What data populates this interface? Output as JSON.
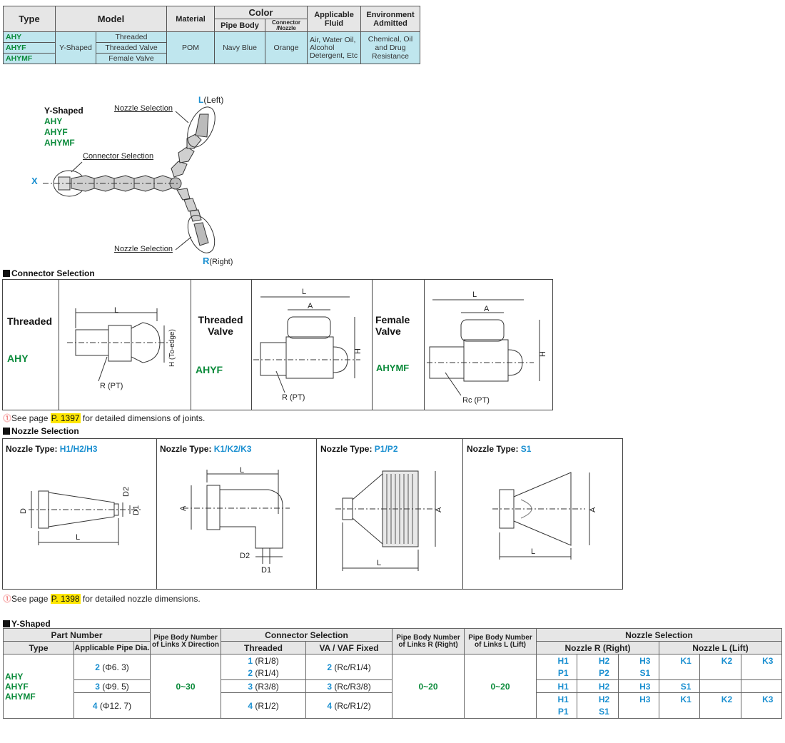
{
  "spec_table": {
    "headers": {
      "type": "Type",
      "model": "Model",
      "material": "Material",
      "color": "Color",
      "pipe_body": "Pipe Body",
      "connector_nozzle": "Connector /Nozzle",
      "fluid": "Applicable Fluid",
      "env": "Environment Admitted"
    },
    "types": [
      "AHY",
      "AHYF",
      "AHYMF"
    ],
    "shape": "Y-Shaped",
    "models": [
      "Threaded",
      "Threaded Valve",
      "Female Valve"
    ],
    "material": "POM",
    "pipe_color": "Navy Blue",
    "connector_color": "Orange",
    "fluid": "Air, Water Oil, Alcohol Detergent, Etc",
    "env": "Chemical, Oil and Drug Resistance"
  },
  "diagram": {
    "title": "Y-Shaped",
    "models": [
      "AHY",
      "AHYF",
      "AHYMF"
    ],
    "nozzle_selection": "Nozzle Selection",
    "connector_selection": "Connector Selection",
    "x": "X",
    "left_code": "L",
    "left_word": "(Left)",
    "right_code": "R",
    "right_word": "(Right)"
  },
  "connector": {
    "section": "Connector Selection",
    "threaded": "Threaded",
    "ahy": "AHY",
    "threaded_valve": "Threaded Valve",
    "ahyf": "AHYF",
    "female_valve": "Female Valve",
    "ahymf": "AHYMF",
    "dim_l": "L",
    "dim_a": "A",
    "dim_h": "H",
    "dim_h_edge": "H (To-edge)",
    "r_pt": "R (PT)",
    "rc_pt": "Rc (PT)",
    "note_pre": "See page ",
    "note_page": "P. 1397",
    "note_post": " for detailed dimensions of joints."
  },
  "nozzle": {
    "section": "Nozzle Selection",
    "type_label": "Nozzle Type: ",
    "types": [
      "H1/H2/H3",
      "K1/K2/K3",
      "P1/P2",
      "S1"
    ],
    "dim_l": "L",
    "dim_d": "D",
    "dim_a": "A",
    "dim_d1": "D1",
    "dim_d2": "D2",
    "note_pre": "See page ",
    "note_page": "P. 1398",
    "note_post": " for detailed nozzle dimensions."
  },
  "yshaped": {
    "section": "Y-Shaped",
    "h_part": "Part Number",
    "h_type": "Type",
    "h_dia": "Applicable Pipe Dia.",
    "h_x": "Pipe Body Number of Links X Direction",
    "h_conn": "Connector Selection",
    "h_threaded": "Threaded",
    "h_va": "VA / VAF Fixed",
    "h_r": "Pipe Body Number of Links R (Right)",
    "h_l": "Pipe Body Number of Links L (Lift)",
    "h_nozzle": "Nozzle Selection",
    "h_nr": "Nozzle R (Right)",
    "h_nl": "Nozzle L (Lift)",
    "types": [
      "AHY",
      "AHYF",
      "AHYMF"
    ],
    "x_range": "0~30",
    "r_range": "0~20",
    "l_range": "0~20",
    "rows": [
      {
        "dia_code": "2",
        "dia": "(Φ6. 3)",
        "threaded": [
          {
            "code": "1",
            "val": "(R1/8)"
          },
          {
            "code": "2",
            "val": "(R1/4)"
          }
        ],
        "va_code": "2",
        "va": "(Rc/R1/4)",
        "nozzles": [
          [
            "H1",
            "H2",
            "H3",
            "K1",
            "K2",
            "K3"
          ],
          [
            "P1",
            "P2",
            "S1",
            "",
            "",
            ""
          ]
        ]
      },
      {
        "dia_code": "3",
        "dia": "(Φ9. 5)",
        "threaded": [
          {
            "code": "3",
            "val": "(R3/8)"
          }
        ],
        "va_code": "3",
        "va": "(Rc/R3/8)",
        "nozzles": [
          [
            "H1",
            "H2",
            "H3",
            "S1",
            "",
            ""
          ]
        ]
      },
      {
        "dia_code": "4",
        "dia": "(Φ12. 7)",
        "threaded": [
          {
            "code": "4",
            "val": "(R1/2)"
          }
        ],
        "va_code": "4",
        "va": "(Rc/R1/2)",
        "nozzles": [
          [
            "H1",
            "H2",
            "H3",
            "K1",
            "K2",
            "K3"
          ],
          [
            "P1",
            "S1",
            "",
            "",
            "",
            ""
          ]
        ]
      }
    ]
  }
}
